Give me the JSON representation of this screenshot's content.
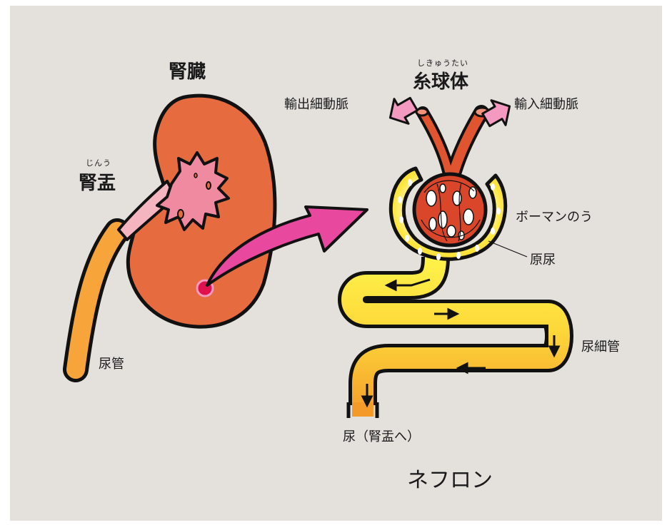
{
  "labels": {
    "kidney": "腎臓",
    "pelvis_ruby": "じんう",
    "pelvis": "腎盂",
    "ureter": "尿管",
    "glomerulus_ruby": "しきゅうたい",
    "glomerulus": "糸球体",
    "efferent": "輸出細動脈",
    "afferent": "輸入細動脈",
    "bowman": "ボーマンのう",
    "primary_urine": "原尿",
    "tubule": "尿細管",
    "urine_out": "尿（腎盂へ）",
    "nephron": "ネフロン"
  },
  "colors": {
    "background": "#e4e1dd",
    "kidney": "#e66b3e",
    "pelvis": "#f08aa0",
    "ureter": "#f7a53a",
    "arrow_big": "#e8489e",
    "arrow_small": "#f49ac0",
    "vessel": "#e0552f",
    "bowman": "#fde22c",
    "tubule": "#f9b53b"
  }
}
